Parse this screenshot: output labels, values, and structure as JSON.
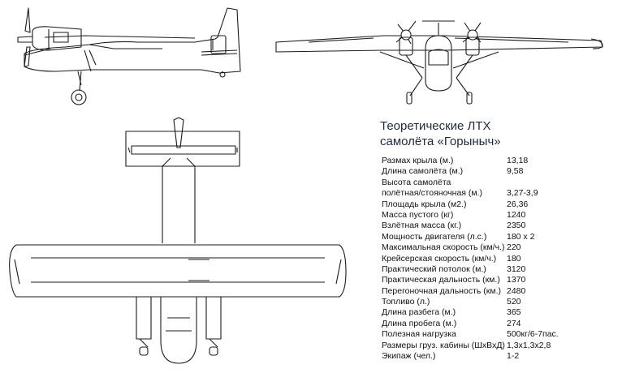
{
  "title": {
    "line1": "Теоретические ЛТХ",
    "line2": "самолёта «Горыныч»"
  },
  "specs": [
    {
      "label": "Размах крыла (м.)",
      "value": "13,18"
    },
    {
      "label": "Длина самолёта (м.)",
      "value": "9,58"
    },
    {
      "label": "Высота самолёта",
      "value": ""
    },
    {
      "label": "полётная/стояночная (м.)",
      "value": "3,27-3,9"
    },
    {
      "label": "Площадь крыла (м2.)",
      "value": "26,36"
    },
    {
      "label": "Масса пустого (кг)",
      "value": "1240"
    },
    {
      "label": "Взлётная масса (кг.)",
      "value": "2350"
    },
    {
      "label": "Мощность двигателя (л.с.)",
      "value": "180  х 2"
    },
    {
      "label": "Максимальная скорость (км/ч.)",
      "value": "220"
    },
    {
      "label": "Крейсерская скорость (км/ч.)",
      "value": "180"
    },
    {
      "label": "Практический потолок (м.)",
      "value": "3120"
    },
    {
      "label": "Практическая дальность (км.)",
      "value": "1370"
    },
    {
      "label": "Перегоночная дальность (км.)",
      "value": "2480"
    },
    {
      "label": "Топливо (л.)",
      "value": "520"
    },
    {
      "label": "Длина разбега (м.)",
      "value": "365"
    },
    {
      "label": "Длина пробега (м.)",
      "value": "274"
    },
    {
      "label": "Полезная нагрузка",
      "value": "500кг/6-7пас."
    },
    {
      "label": "Размеры груз. кабины (ШхВхД)",
      "value": "1,3х1,3х2,8"
    },
    {
      "label": "Экипаж (чел.)",
      "value": "1-2"
    }
  ]
}
